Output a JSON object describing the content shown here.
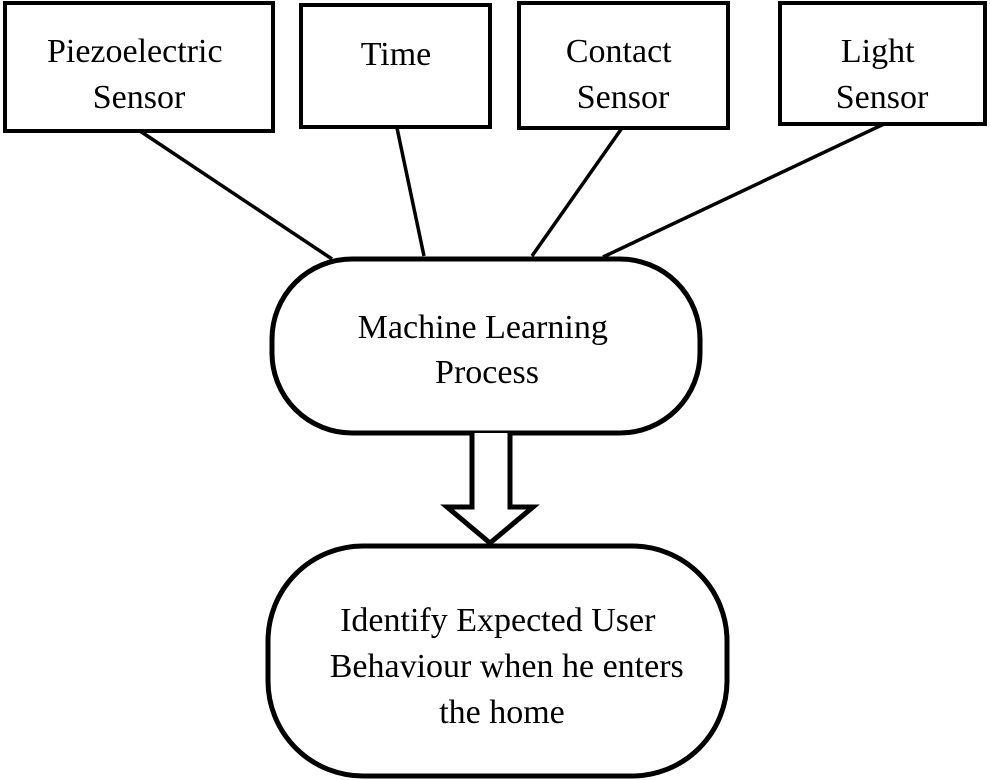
{
  "sensors": [
    {
      "id": "piezo",
      "lines": [
        "Piezoelectric",
        "Sensor"
      ]
    },
    {
      "id": "time",
      "lines": [
        "Time"
      ]
    },
    {
      "id": "contact",
      "lines": [
        "Contact",
        "Sensor"
      ]
    },
    {
      "id": "light",
      "lines": [
        "Light",
        "Sensor"
      ]
    }
  ],
  "process": {
    "lines": [
      "Machine Learning",
      "Process"
    ]
  },
  "output": {
    "lines": [
      "Identify Expected User",
      "Behaviour when he enters",
      "the home"
    ]
  }
}
